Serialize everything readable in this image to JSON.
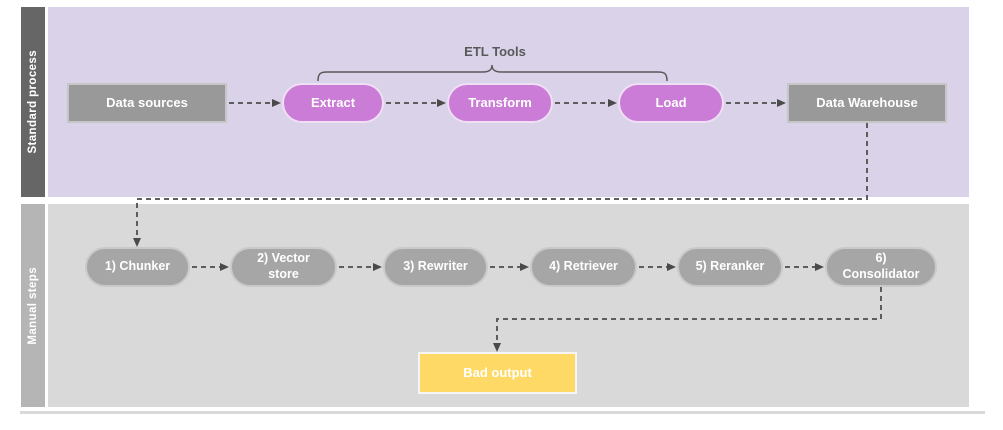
{
  "diagram": {
    "lanes": [
      {
        "label": "Standard process",
        "annotation": "ETL Tools",
        "nodes": [
          {
            "id": "data-sources",
            "label": "Data sources",
            "type": "rect"
          },
          {
            "id": "extract",
            "label": "Extract",
            "type": "pill"
          },
          {
            "id": "transform",
            "label": "Transform",
            "type": "pill"
          },
          {
            "id": "load",
            "label": "Load",
            "type": "pill"
          },
          {
            "id": "data-warehouse",
            "label": "Data Warehouse",
            "type": "rect"
          }
        ]
      },
      {
        "label": "Manual steps",
        "nodes": [
          {
            "id": "chunker",
            "label": "1) Chunker",
            "type": "pill"
          },
          {
            "id": "vector-store",
            "label": "2) Vector\nstore",
            "type": "pill"
          },
          {
            "id": "rewriter",
            "label": "3) Rewriter",
            "type": "pill"
          },
          {
            "id": "retriever",
            "label": "4) Retriever",
            "type": "pill"
          },
          {
            "id": "reranker",
            "label": "5) Reranker",
            "type": "pill"
          },
          {
            "id": "consolidator",
            "label": "6)\nConsolidator",
            "type": "pill"
          },
          {
            "id": "bad-output",
            "label": "Bad output",
            "type": "rect"
          }
        ]
      }
    ],
    "colors": {
      "lane1_label_bg": "#666666",
      "lane1_bg": "#d9d2e9",
      "lane2_label_bg": "#b5b5b5",
      "lane2_bg": "#d9d9d9",
      "gray_node_fill": "#999999",
      "gray_pill_fill": "#a6a6a6",
      "purple_pill_fill": "#cb7cd6",
      "yellow_node_fill": "#ffd966",
      "connector": "#5d5d5d",
      "node_text": "#ffffff",
      "annotation_text": "#595959"
    }
  }
}
